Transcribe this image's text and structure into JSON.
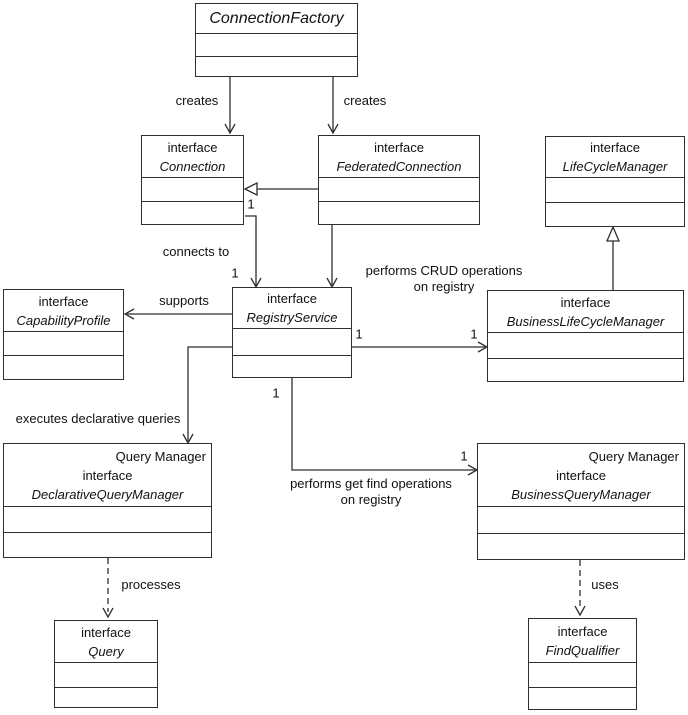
{
  "diagram": {
    "classes": {
      "connection_factory": {
        "name": "ConnectionFactory"
      },
      "connection": {
        "stereotype": "interface",
        "name": "Connection"
      },
      "federated_connection": {
        "stereotype": "interface",
        "name": "FederatedConnection"
      },
      "life_cycle_manager": {
        "stereotype": "interface",
        "name": "LifeCycleManager"
      },
      "capability_profile": {
        "stereotype": "interface",
        "name": "CapabilityProfile"
      },
      "registry_service": {
        "stereotype": "interface",
        "name": "RegistryService"
      },
      "business_life_cycle_manager": {
        "stereotype": "interface",
        "name": "BusinessLifeCycleManager"
      },
      "declarative_query_manager": {
        "role": "Query Manager",
        "stereotype": "interface",
        "name": "DeclarativeQueryManager"
      },
      "business_query_manager": {
        "role": "Query Manager",
        "stereotype": "interface",
        "name": "BusinessQueryManager"
      },
      "query": {
        "stereotype": "interface",
        "name": "Query"
      },
      "find_qualifier": {
        "stereotype": "interface",
        "name": "FindQualifier"
      }
    },
    "labels": {
      "creates_left": "creates",
      "creates_right": "creates",
      "connects_to": "connects to",
      "supports": "supports",
      "performs_crud_line1": "performs CRUD operations",
      "performs_crud_line2": "on registry",
      "executes_declarative": "executes declarative queries",
      "performs_get_find_line1": "performs get find operations",
      "performs_get_find_line2": "on registry",
      "processes": "processes",
      "uses": "uses"
    },
    "multiplicities": {
      "connection_end": "1",
      "registry_from_connection_end": "1",
      "registry_to_blcm_source": "1",
      "blcm_target_end": "1",
      "registry_to_bqm_source": "1",
      "bqm_target_end": "1"
    },
    "colors": {
      "line": "#2f2f2f",
      "background": "#ffffff",
      "text": "#111111"
    }
  }
}
